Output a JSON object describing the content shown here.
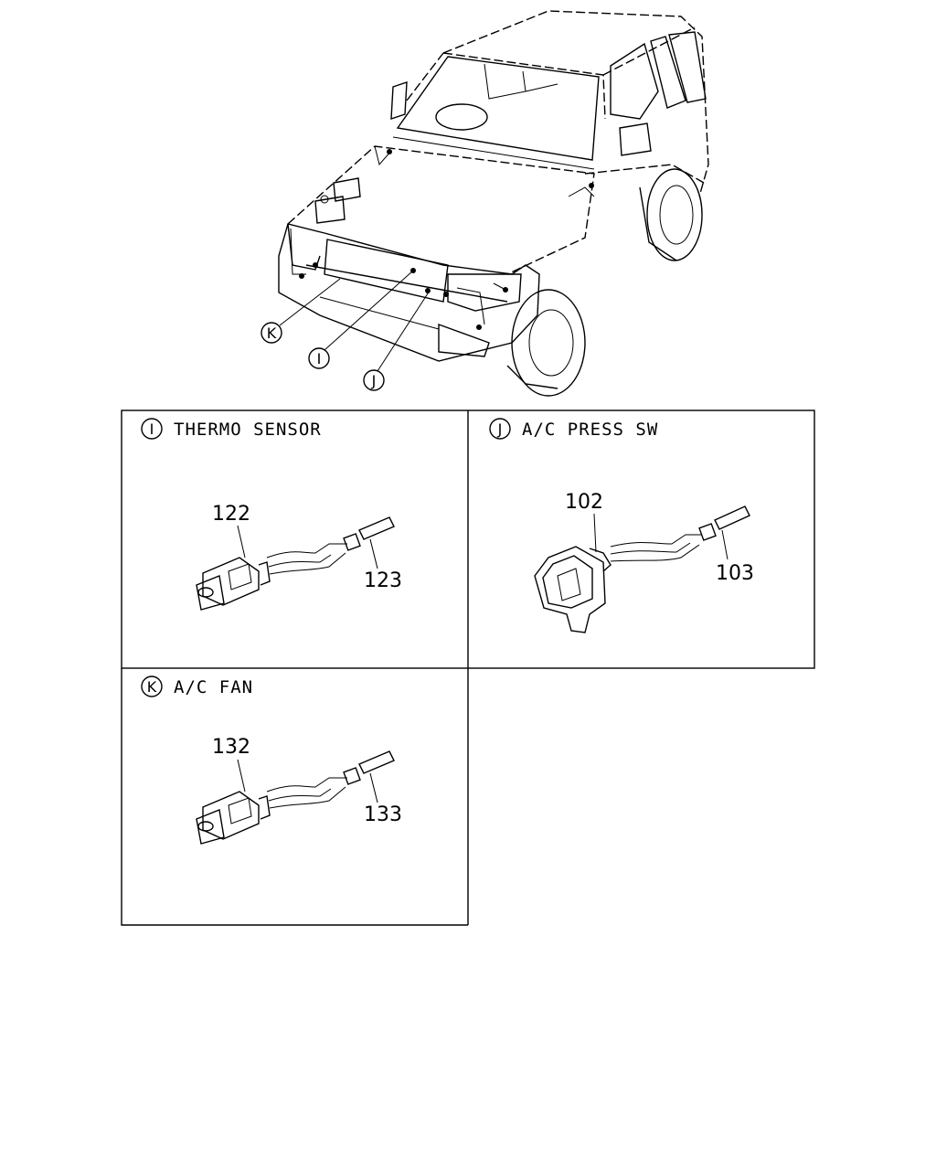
{
  "overview": {
    "callouts": [
      {
        "ref": "K"
      },
      {
        "ref": "I"
      },
      {
        "ref": "J"
      }
    ]
  },
  "panels": [
    {
      "ref": "I",
      "title": "THERMO SENSOR",
      "parts": [
        "122",
        "123"
      ]
    },
    {
      "ref": "J",
      "title": "A/C PRESS SW",
      "parts": [
        "102",
        "103"
      ]
    },
    {
      "ref": "K",
      "title": "A/C FAN",
      "parts": [
        "132",
        "133"
      ]
    }
  ]
}
